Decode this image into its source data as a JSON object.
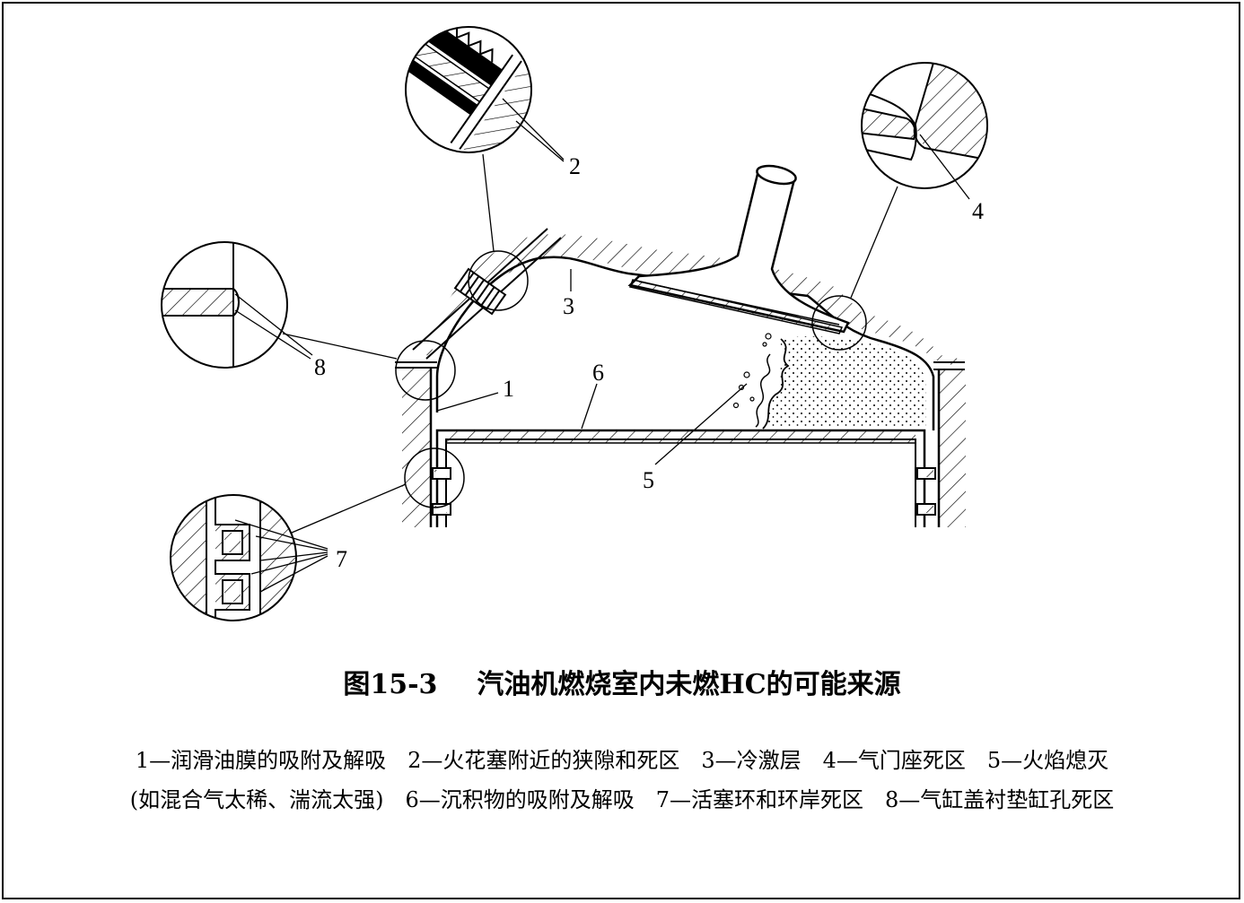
{
  "figure": {
    "number": "图15-3",
    "title": "汽油机燃烧室内未燃HC的可能来源"
  },
  "callouts": [
    "1",
    "2",
    "3",
    "4",
    "5",
    "6",
    "7",
    "8"
  ],
  "legend": {
    "line1": "1—润滑油膜的吸附及解吸　2—火花塞附近的狭隙和死区　3—冷激层　4—气门座死区　5—火焰熄灭",
    "line2": "(如混合气太稀、湍流太强)　6—沉积物的吸附及解吸　7—活塞环和环岸死区　8—气缸盖衬垫缸孔死区"
  }
}
